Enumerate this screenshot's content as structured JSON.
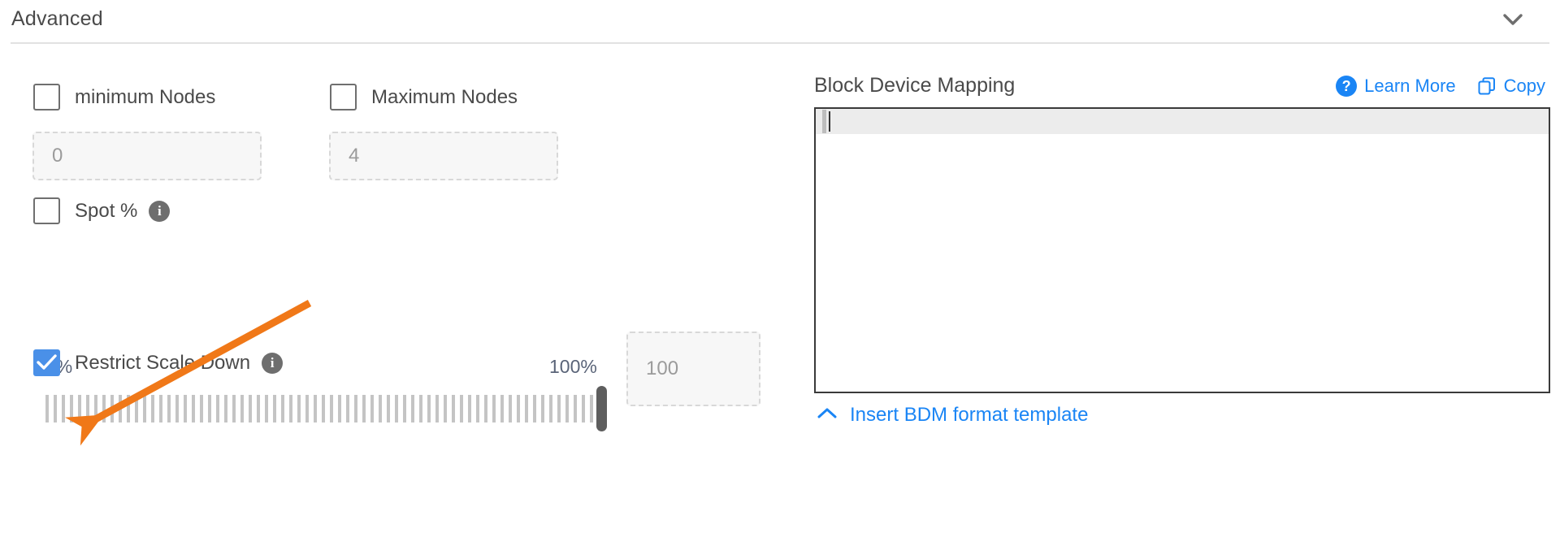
{
  "header": {
    "title": "Advanced",
    "collapse_icon": "chevron-down-icon"
  },
  "advanced": {
    "min_nodes": {
      "label": "minimum Nodes",
      "checked": false,
      "value": "",
      "placeholder": "0"
    },
    "max_nodes": {
      "label": "Maximum Nodes",
      "checked": false,
      "value": "",
      "placeholder": "4"
    },
    "spot_percent": {
      "label": "Spot %",
      "checked": false,
      "info_icon": "info-icon"
    },
    "slider": {
      "min_label": "0%",
      "max_label": "100%",
      "min": 0,
      "max": 100,
      "value": 100,
      "input_placeholder": "100",
      "input_value": ""
    },
    "restrict_scale_down": {
      "label": "Restrict Scale Down",
      "checked": true,
      "info_icon": "info-icon"
    }
  },
  "block_device_mapping": {
    "title": "Block Device Mapping",
    "learn_more_label": "Learn More",
    "learn_more_icon": "help-circle-icon",
    "copy_label": "Copy",
    "copy_icon": "copy-icon",
    "editor_text": "",
    "insert_template_label": "Insert BDM format template",
    "insert_template_icon": "chevron-up-icon"
  },
  "annotation": {
    "type": "arrow",
    "color": "#F07818",
    "points_to": "restrict-scale-down-checkbox"
  },
  "colors": {
    "accent_blue": "#1a85f5",
    "checkbox_checked": "#4a90e8",
    "annotation_orange": "#F07818",
    "text": "#4a4a4a",
    "muted_text": "#9b9b9b",
    "slider_label": "#5a6478"
  }
}
